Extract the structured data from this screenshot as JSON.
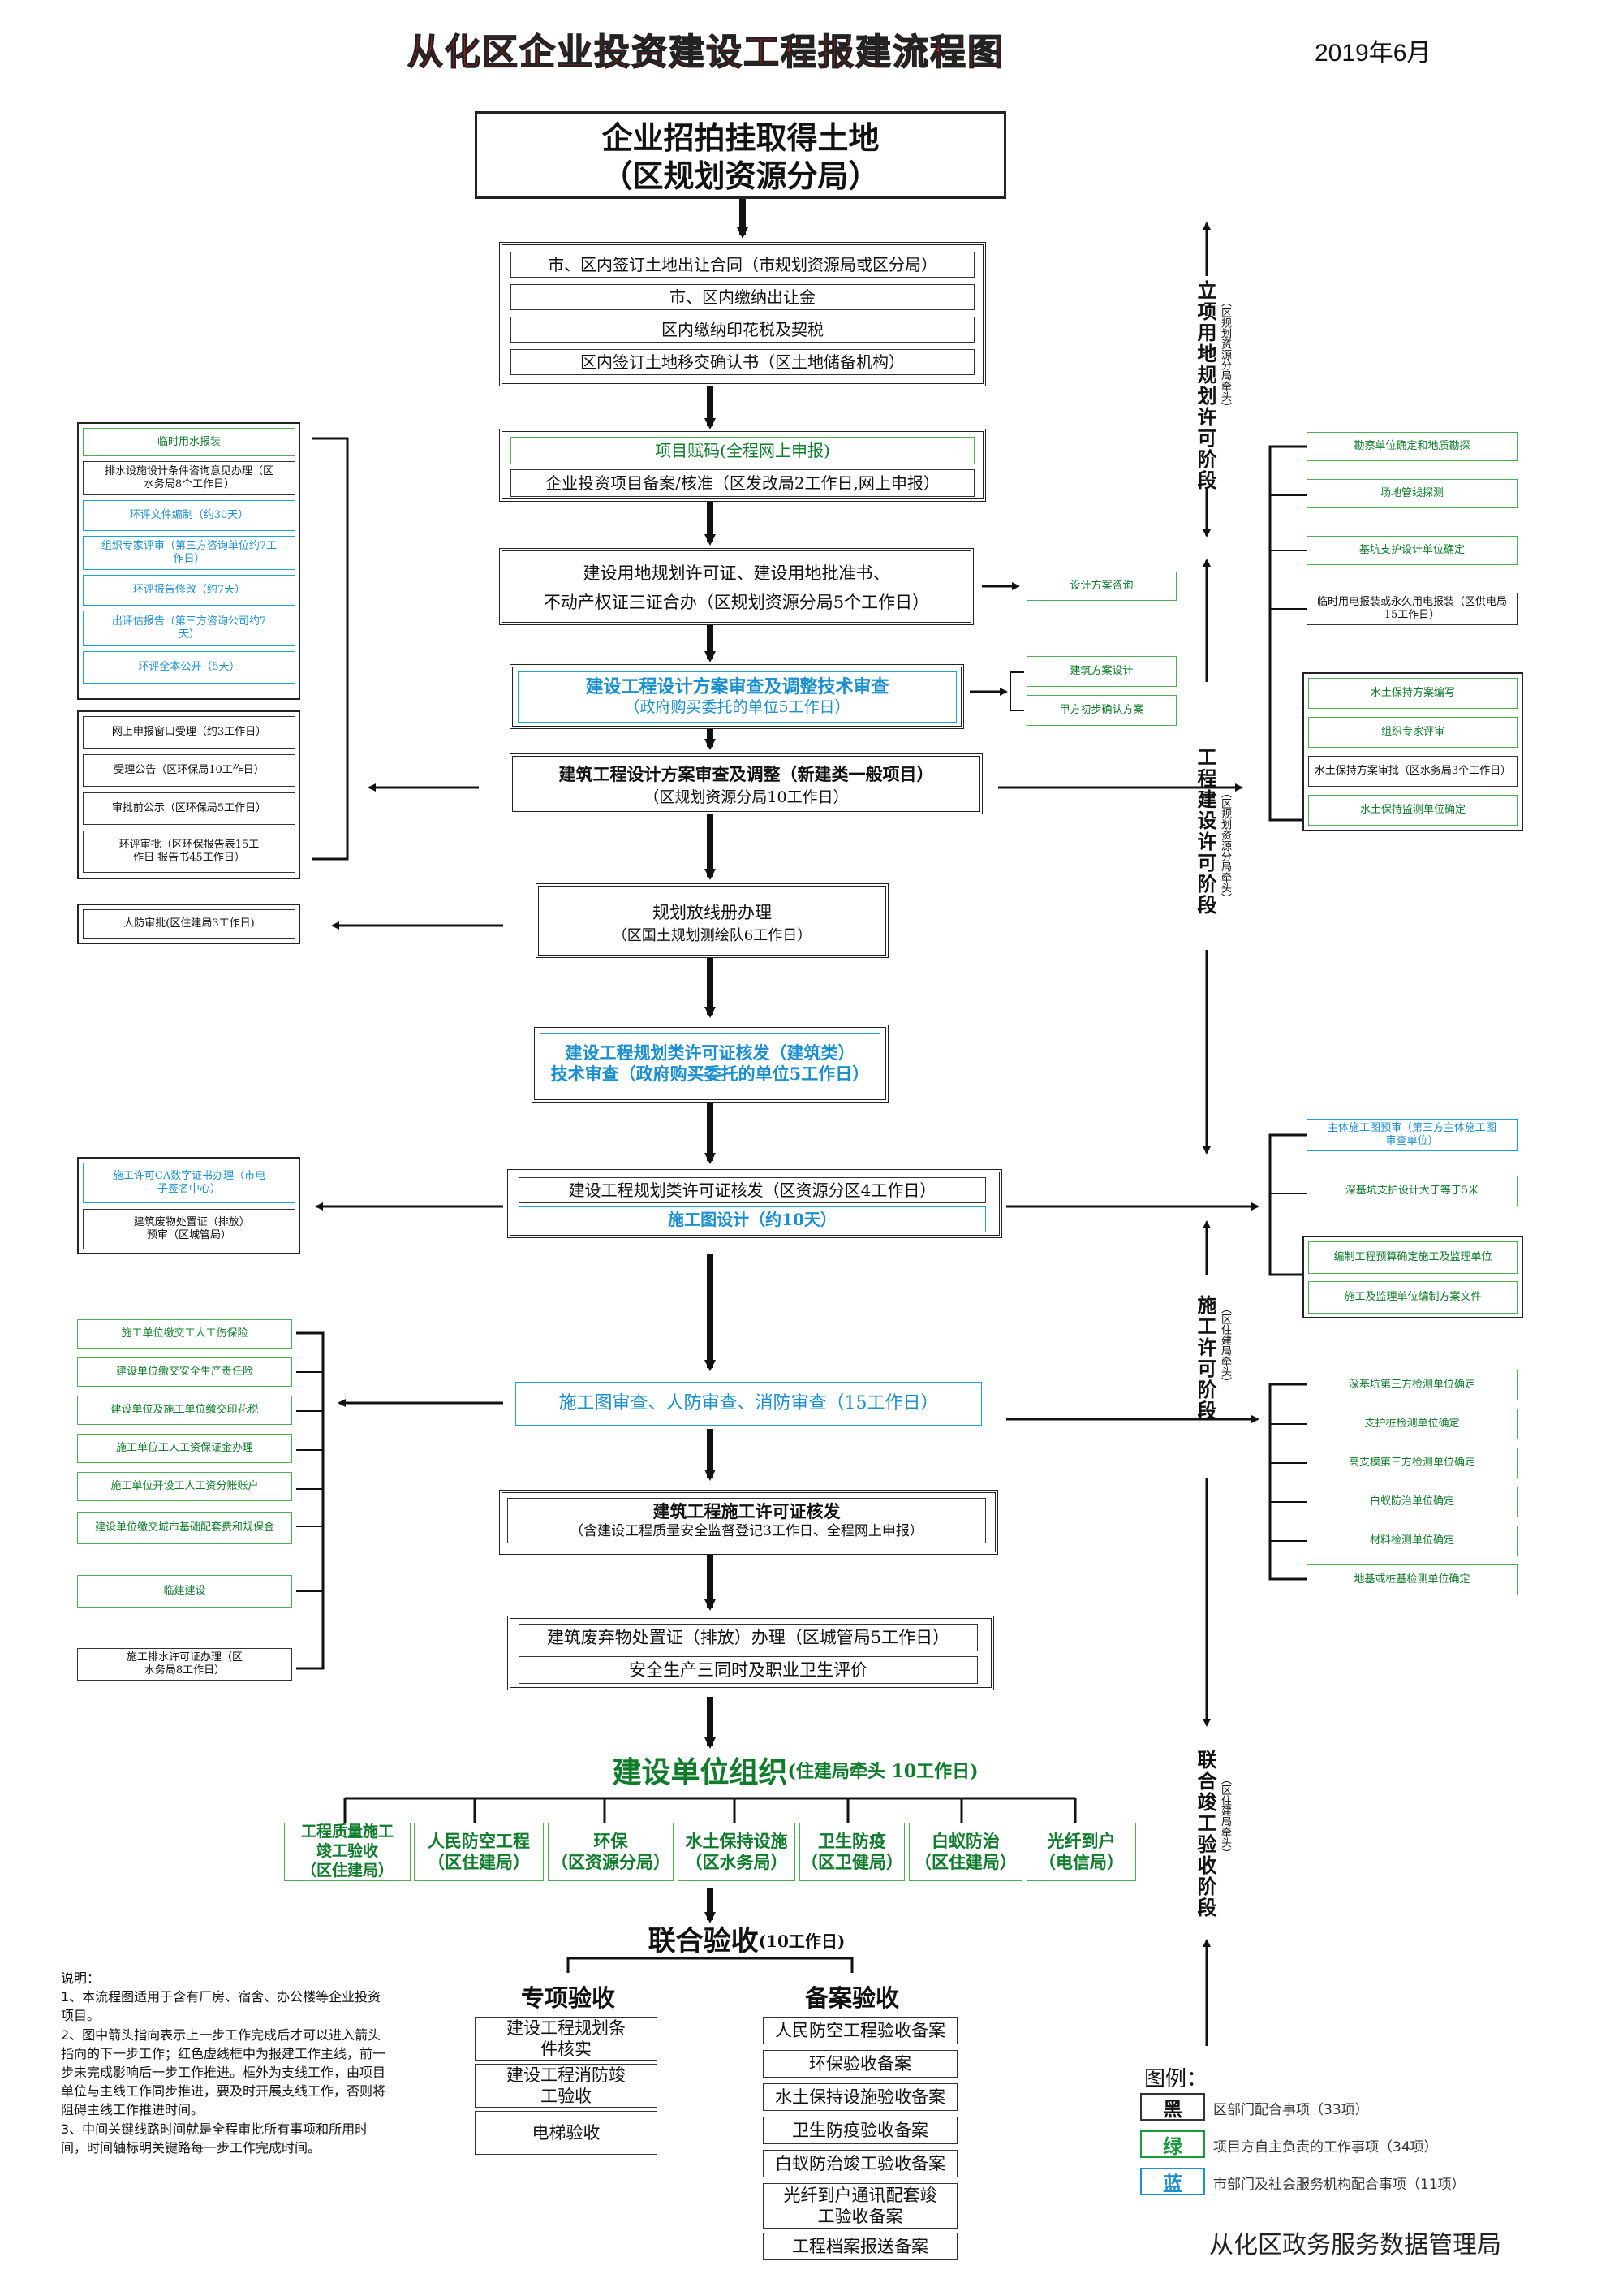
{
  "header": {
    "title": "从化区企业投资建设工程报建流程图",
    "date": "2019年6月"
  },
  "main": {
    "start": {
      "line1": "企业招拍挂取得土地",
      "line2": "（区规划资源分局）"
    },
    "land_steps": [
      "市、区内签订土地出让合同（市规划资源局或区分局）",
      "市、区内缴纳出让金",
      "区内缴纳印花税及契税",
      "区内签订土地移交确认书（区土地储备机构）"
    ],
    "project_code": "项目赋码(全程网上申报)",
    "project_record": "企业投资项目备案/核准（区发改局2工作日,网上申报）",
    "three_cert": {
      "line1": "建设用地规划许可证、建设用地批准书、",
      "line2": "不动产权证三证合办（区规划资源分局5个工作日）"
    },
    "design_review_tech": {
      "line1": "建设工程设计方案审查及调整技术审查",
      "line2": "（政府购买委托的单位5工作日）"
    },
    "design_review": {
      "line1": "建筑工程设计方案审查及调整（新建类一般项目）",
      "line2": "（区规划资源分局10工作日）"
    },
    "layout_survey": {
      "line1": "规划放线册办理",
      "line2": "（区国土规划测绘队6工作日）"
    },
    "permit_tech": {
      "line1": "建设工程规划类许可证核发（建筑类）",
      "line2": "技术审查（政府购买委托的单位5工作日）"
    },
    "permit_issue": "建设工程规划类许可证核发（区资源分区4工作日）",
    "construction_drawing": "施工图设计（约10天）",
    "drawing_review": "施工图审查、人防审查、消防审查（15工作日）",
    "construction_permit": {
      "line1": "建筑工程施工许可证核发",
      "line2": "（含建设工程质量安全监督登记3工作日、全程网上申报）"
    },
    "waste_cert": "建筑废弃物处置证（排放）办理（区城管局5工作日）",
    "safety_eval": "安全生产三同时及职业卫生评价",
    "org": {
      "main": "建设单位组织",
      "sub": "(住建局牵头  10工作日)"
    },
    "org_items": [
      {
        "line1": "工程质量施工",
        "line2": "竣工验收",
        "line3": "（区住建局）"
      },
      {
        "line1": "人民防空工程",
        "line2": "（区住建局）"
      },
      {
        "line1": "环保",
        "line2": "（区资源分局）"
      },
      {
        "line1": "水土保持设施",
        "line2": "（区水务局）"
      },
      {
        "line1": "卫生防疫",
        "line2": "（区卫健局）"
      },
      {
        "line1": "白蚁防治",
        "line2": "（区住建局）"
      },
      {
        "line1": "光纤到户",
        "line2": "（电信局）"
      }
    ],
    "joint": {
      "main": "联合验收",
      "sub": "(10工作日)"
    },
    "special": {
      "title": "专项验收",
      "items": [
        "建设工程规划条件核实",
        "建设工程消防竣工验收",
        "电梯验收"
      ]
    },
    "filing": {
      "title": "备案验收",
      "items": [
        "人民防空工程验收备案",
        "环保验收备案",
        "水土保持设施验收备案",
        "卫生防疫验收备案",
        "白蚁防治竣工验收备案",
        "光纤到户通讯配套竣工验收备案",
        "工程档案报送备案"
      ]
    }
  },
  "left": {
    "env_group": [
      "临时用水报装",
      "排水设施设计条件咨询意见办理（区水务局8个工作日）",
      "环评文件编制（约30天）",
      "组织专家评审（第三方咨询单位约7工作日）",
      "环评报告修改（约7天）",
      "出评估报告（第三方咨询公司约7天）",
      "环评全本公开（5天）"
    ],
    "env_review": [
      "网上申报窗口受理（约3工作日）",
      "受理公告（区环保局10工作日）",
      "审批前公示（区环保局5工作日）",
      "环评审批（区环保报告表15工作日 报告书45工作日）"
    ],
    "civil_defense": "人防审批(区住建局3工作日)",
    "ca_group": [
      "施工许可CA数字证书办理（市电子签名中心）",
      "建筑废物处置证（排放）预审（区城管局）"
    ],
    "construction_group": [
      "施工单位缴交工人工伤保险",
      "建设单位缴交安全生产责任险",
      "建设单位及施工单位缴交印花税",
      "施工单位工人工资保证金办理",
      "施工单位开设工人工资分账账户",
      "建设单位缴交城市基础配套费和规保金",
      "临建建设"
    ],
    "drainage": "施工排水许可证办理（区水务局8工作日）"
  },
  "right": {
    "survey_group": [
      "勘察单位确定和地质勘探",
      "场地管线探测",
      "基坑支护设计单位确定",
      "临时用电报装或永久用电报装（区供电局15工作日）"
    ],
    "design_consult": "设计方案咨询",
    "design_options": [
      "建筑方案设计",
      "甲方初步确认方案"
    ],
    "soil_group": [
      "水土保持方案编写",
      "组织专家评审",
      "水土保持方案审批（区水务局3个工作日）",
      "水土保持监测单位确定"
    ],
    "structure_group": [
      "主体施工图预审（第三方主体施工图审查单位）",
      "深基坑支护设计大于等于5米"
    ],
    "budget_group": [
      "编制工程预算确定施工及监理单位",
      "施工及监理单位编制方案文件"
    ],
    "testing_group": [
      "深基坑第三方检测单位确定",
      "支护桩检测单位确定",
      "高支模第三方检测单位确定",
      "白蚁防治单位确定",
      "材料检测单位确定",
      "地基或桩基检测单位确定"
    ]
  },
  "stages": [
    {
      "name": "立项用地规划许可阶段",
      "lead": "（区规划资源分局牵头）"
    },
    {
      "name": "工程建设许可阶段",
      "lead": "（区规划资源分局牵头）"
    },
    {
      "name": "施工许可阶段",
      "lead": "（区住建局牵头）"
    },
    {
      "name": "联合竣工验收阶段",
      "lead": "（区住建局牵头）"
    }
  ],
  "notes": {
    "title": "说明：",
    "items": [
      "1、本流程图适用于含有厂房、宿舍、办公楼等企业投资项目。",
      "2、图中箭头指向表示上一步工作完成后才可以进入箭头指向的下一步工作；红色虚线框中为报建工作主线，前一步未完成影响后一步工作推进。框外为支线工作，由项目单位与主线工作同步推进，要及时开展支线工作，否则将阻碍主线工作推进时间。",
      "3、中间关键线路时间就是全程审批所有事项和所用时间，时间轴标明关键路每一步工作完成时间。"
    ]
  },
  "legend": {
    "title": "图例：",
    "items": [
      {
        "key": "黑",
        "color": "#111111",
        "text": "区部门配合事项（33项）"
      },
      {
        "key": "绿",
        "color": "#1a9a3a",
        "text": "项目方自主负责的工作事项（34项）"
      },
      {
        "key": "蓝",
        "color": "#1b8fd0",
        "text": "市部门及社会服务机构配合事项（11项）"
      }
    ]
  },
  "footer": "从化区政务服务数据管理局"
}
